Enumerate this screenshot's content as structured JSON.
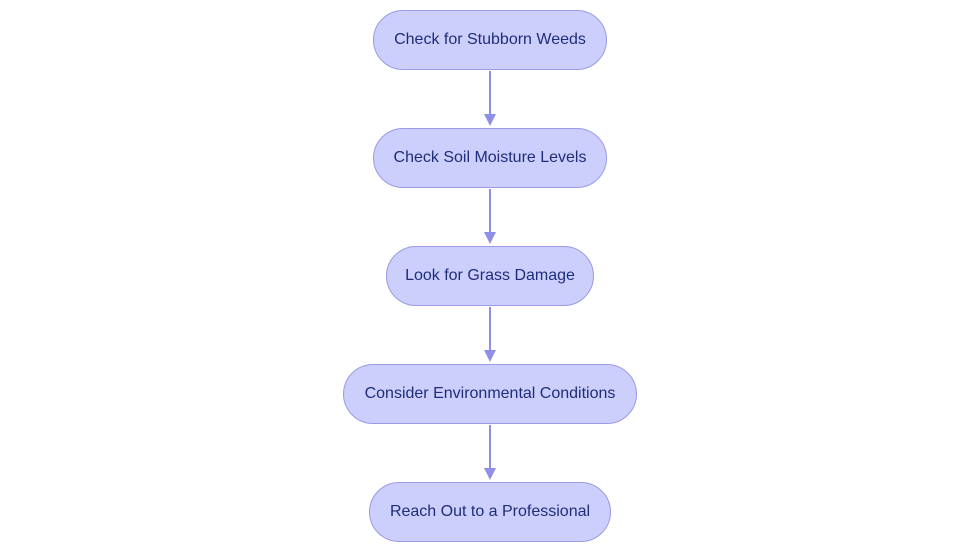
{
  "diagram": {
    "type": "flowchart",
    "direction": "top-to-bottom",
    "nodes": [
      {
        "id": "n1",
        "label": "Check for Stubborn Weeds"
      },
      {
        "id": "n2",
        "label": "Check Soil Moisture Levels"
      },
      {
        "id": "n3",
        "label": "Look for Grass Damage"
      },
      {
        "id": "n4",
        "label": "Consider Environmental Conditions"
      },
      {
        "id": "n5",
        "label": "Reach Out to a Professional"
      }
    ],
    "edges": [
      {
        "from": "n1",
        "to": "n2"
      },
      {
        "from": "n2",
        "to": "n3"
      },
      {
        "from": "n3",
        "to": "n4"
      },
      {
        "from": "n4",
        "to": "n5"
      }
    ]
  },
  "colors": {
    "node_fill": "#cccffc",
    "node_border": "#9a9ae6",
    "node_text": "#1f2d7a",
    "edge": "#8f8fe8",
    "background": "#ffffff"
  }
}
